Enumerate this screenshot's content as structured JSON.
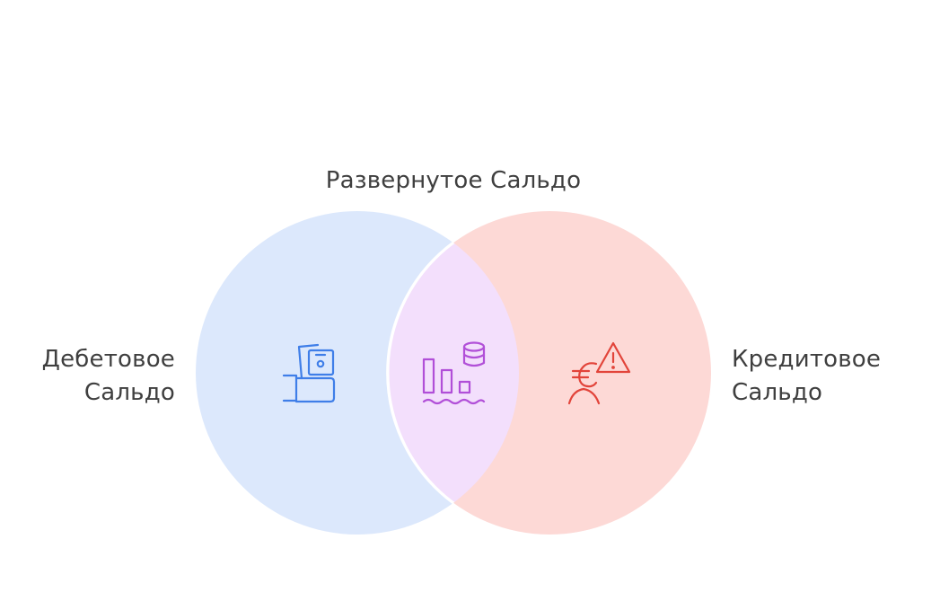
{
  "diagram": {
    "type": "venn",
    "intersection": {
      "label": "Развернутое Сальдо",
      "icon": "bar-chart-coins-icon",
      "fill": "#f3dffc",
      "icon_color": "#b14fd8"
    },
    "left_set": {
      "label_line1": "Дебетовое",
      "label_line2": "Сальдо",
      "icon": "hand-cash-icon",
      "fill": "#dce8fc",
      "icon_color": "#3f7ee8"
    },
    "right_set": {
      "label_line1": "Кредитовое",
      "label_line2": "Сальдо",
      "icon": "euro-warning-icon",
      "fill": "#fdd9d6",
      "icon_color": "#e2443a"
    },
    "outline_color": "#ffffff",
    "text_color": "#3f3f3f"
  }
}
